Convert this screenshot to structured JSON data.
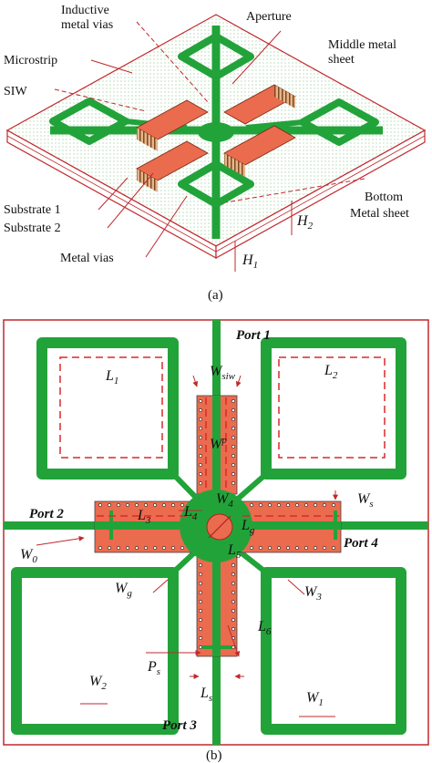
{
  "figure": {
    "panel_a": {
      "caption": "(a)",
      "labels": {
        "inductive_1": "Inductive",
        "inductive_2": "metal vias",
        "aperture": "Aperture",
        "microstrip": "Microstrip",
        "middle_1": "Middle metal",
        "middle_2": "sheet",
        "siw": "SIW",
        "substrate1": "Substrate 1",
        "substrate2": "Substrate 2",
        "bottom_1": "Bottom",
        "bottom_2": "Metal sheet",
        "metal_vias": "Metal vias",
        "h2": "H",
        "h2_sub": "2",
        "h1": "H",
        "h1_sub": "1"
      }
    },
    "panel_b": {
      "caption": "(b)",
      "ports": {
        "p1": "Port 1",
        "p2": "Port 2",
        "p3": "Port 3",
        "p4": "Port 4"
      },
      "dims": {
        "L1": "L",
        "L1_sub": "1",
        "L2": "L",
        "L2_sub": "2",
        "L3": "L",
        "L3_sub": "3",
        "L4": "L",
        "L4_sub": "4",
        "L5": "L",
        "L5_sub": "5",
        "L6": "L",
        "L6_sub": "6",
        "Lg": "L",
        "Lg_sub": "g",
        "Ls": "L",
        "Ls_sub": "s",
        "Wsiw": "W",
        "Wsiw_sub": "siw",
        "Wp": "W",
        "Wp_sub": "p",
        "W4": "W",
        "W4_sub": "4",
        "Ws": "W",
        "Ws_sub": "s",
        "W0": "W",
        "W0_sub": "0",
        "Wg": "W",
        "Wg_sub": "g",
        "W3": "W",
        "W3_sub": "3",
        "W2": "W",
        "W2_sub": "2",
        "W1": "W",
        "W1_sub": "1",
        "Ps": "P",
        "Ps_sub": "s"
      }
    },
    "colors": {
      "metal_green": "#22a33a",
      "siw_red": "#ea6b4e",
      "outline_red": "#c0282d",
      "dash_red": "#d92a2a"
    }
  }
}
